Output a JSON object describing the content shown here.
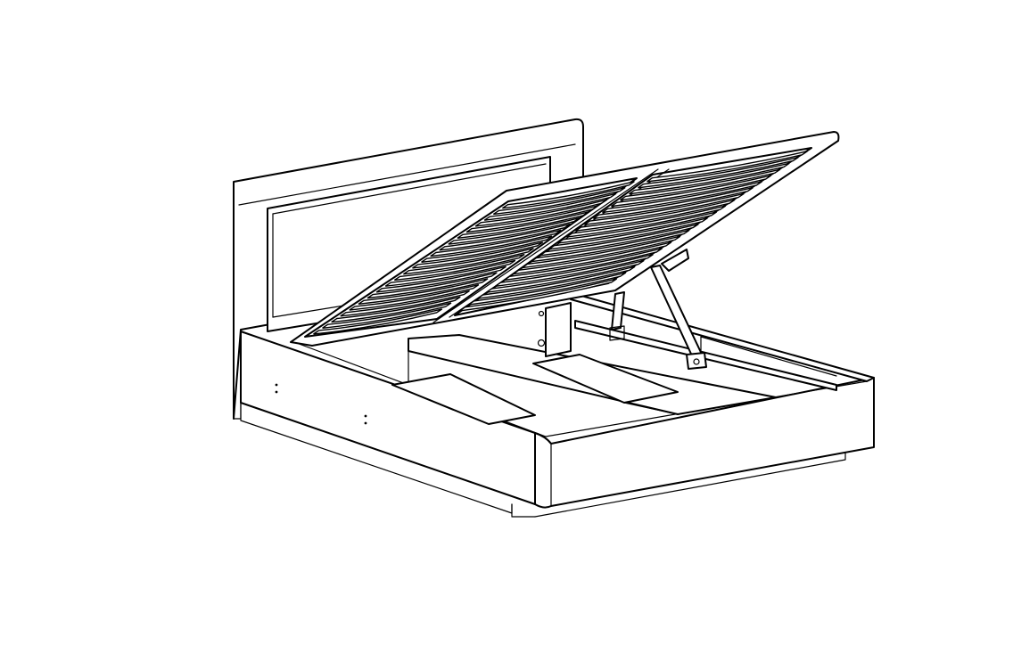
{
  "figure": {
    "subject": "bed-with-lift-up-storage",
    "style": "line-drawing",
    "stroke_color": "#000000",
    "background_color": "#ffffff",
    "slat_count_per_half": 22,
    "gas_lift_count": 2
  }
}
